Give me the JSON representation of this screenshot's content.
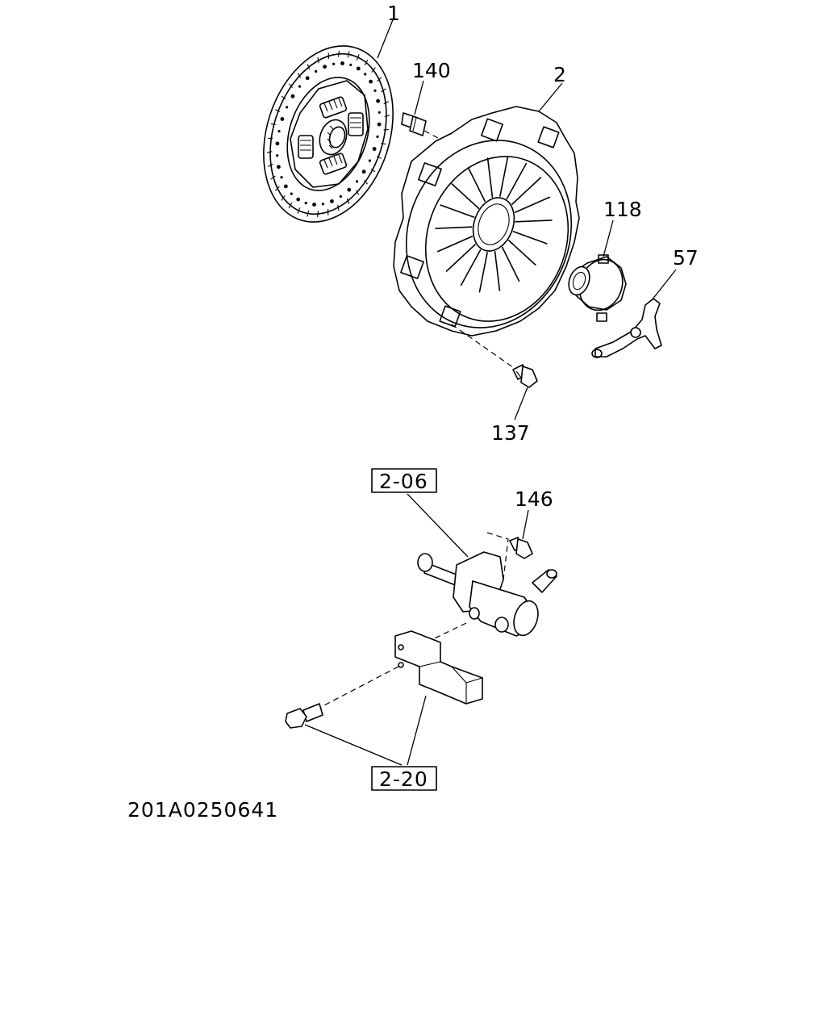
{
  "diagram_id": "201A0250641",
  "callouts": {
    "disc": "1",
    "pilot_pin": "140",
    "pressure_plate": "2",
    "release_bearing": "118",
    "release_fork": "57",
    "cover_bolt": "137",
    "slave_cylinder_ref": "2-06",
    "slave_bolt": "146",
    "bracket_ref": "2-20"
  }
}
